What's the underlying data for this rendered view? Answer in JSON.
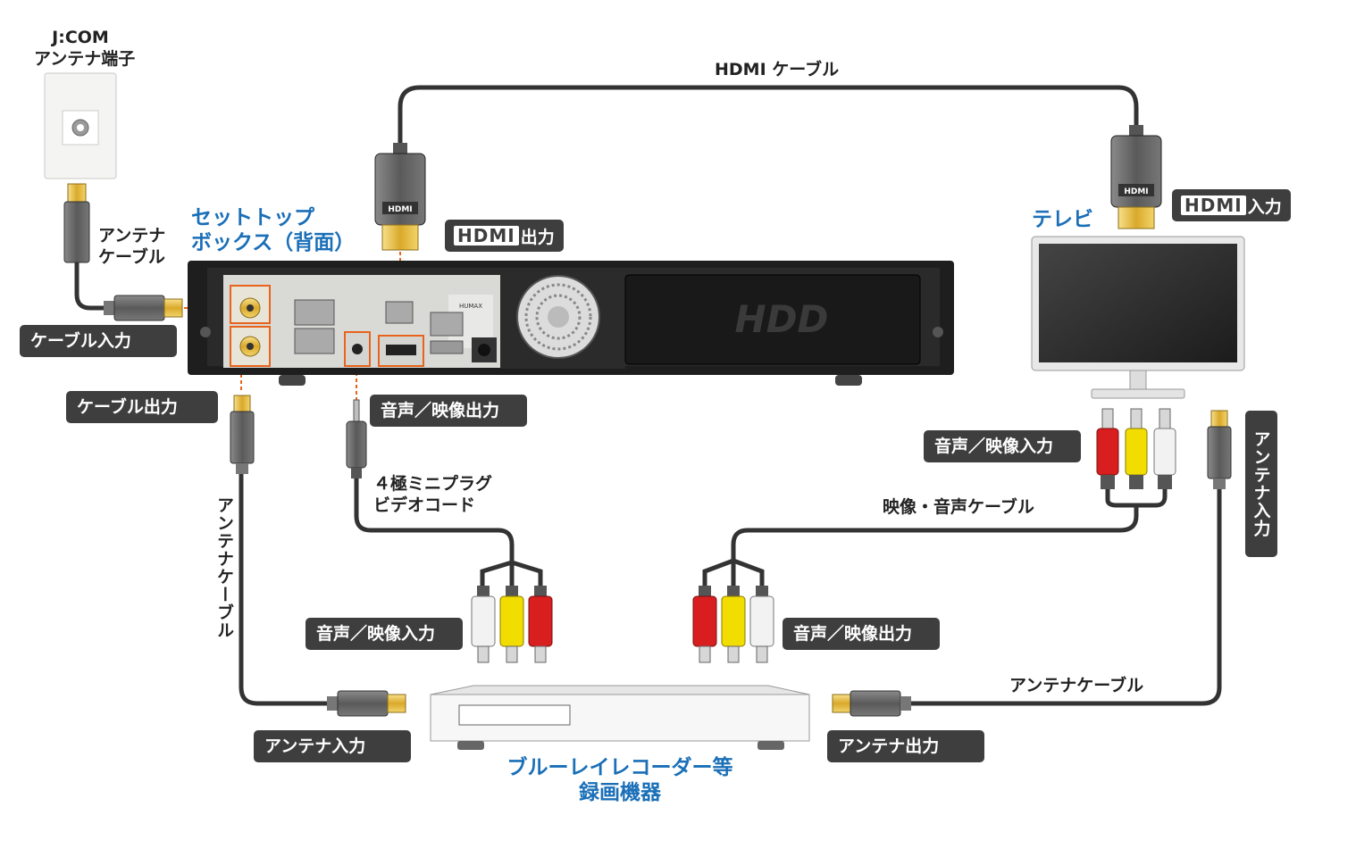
{
  "antenna_terminal": {
    "line1": "J:COM",
    "line2": "アンテナ端子"
  },
  "stb": {
    "title_line1": "セットトップ",
    "title_line2": "ボックス（背面）",
    "hdd_mark": "HDD",
    "brand": "HUMAX"
  },
  "tv": {
    "title": "テレビ"
  },
  "recorder": {
    "title_line1": "ブルーレイレコーダー等",
    "title_line2": "録画機器"
  },
  "cables": {
    "hdmi": "HDMI ケーブル",
    "antenna_short_line1": "アンテナ",
    "antenna_short_line2": "ケーブル",
    "antenna_vertical": "アンテナケーブル",
    "antenna_recorder_tv": "アンテナケーブル",
    "mini_plug_line1": "４極ミニプラグ",
    "mini_plug_line2": "ビデオコード",
    "av_cable": "映像・音声ケーブル"
  },
  "labels": {
    "cable_in": "ケーブル入力",
    "cable_out": "ケーブル出力",
    "hdmi_out_suffix": "出力",
    "hdmi_in_suffix": "入力",
    "hdmi_logo": "HDMI",
    "av_out_stb": "音声／映像出力",
    "av_in_tv": "音声／映像入力",
    "antenna_in_tv": "アンテナ入力",
    "av_in_recorder": "音声／映像入力",
    "av_out_recorder": "音声／映像出力",
    "antenna_in_recorder": "アンテナ入力",
    "antenna_out_recorder": "アンテナ出力"
  },
  "colors": {
    "title_blue": "#1a6fb8",
    "label_bg": "#3e3e3e",
    "highlight_orange": "#e8641c",
    "rca_red": "#d81e1e",
    "rca_yellow": "#f2dd00",
    "rca_white": "#f2f2f2",
    "plug_gold": "#e7c24a"
  }
}
